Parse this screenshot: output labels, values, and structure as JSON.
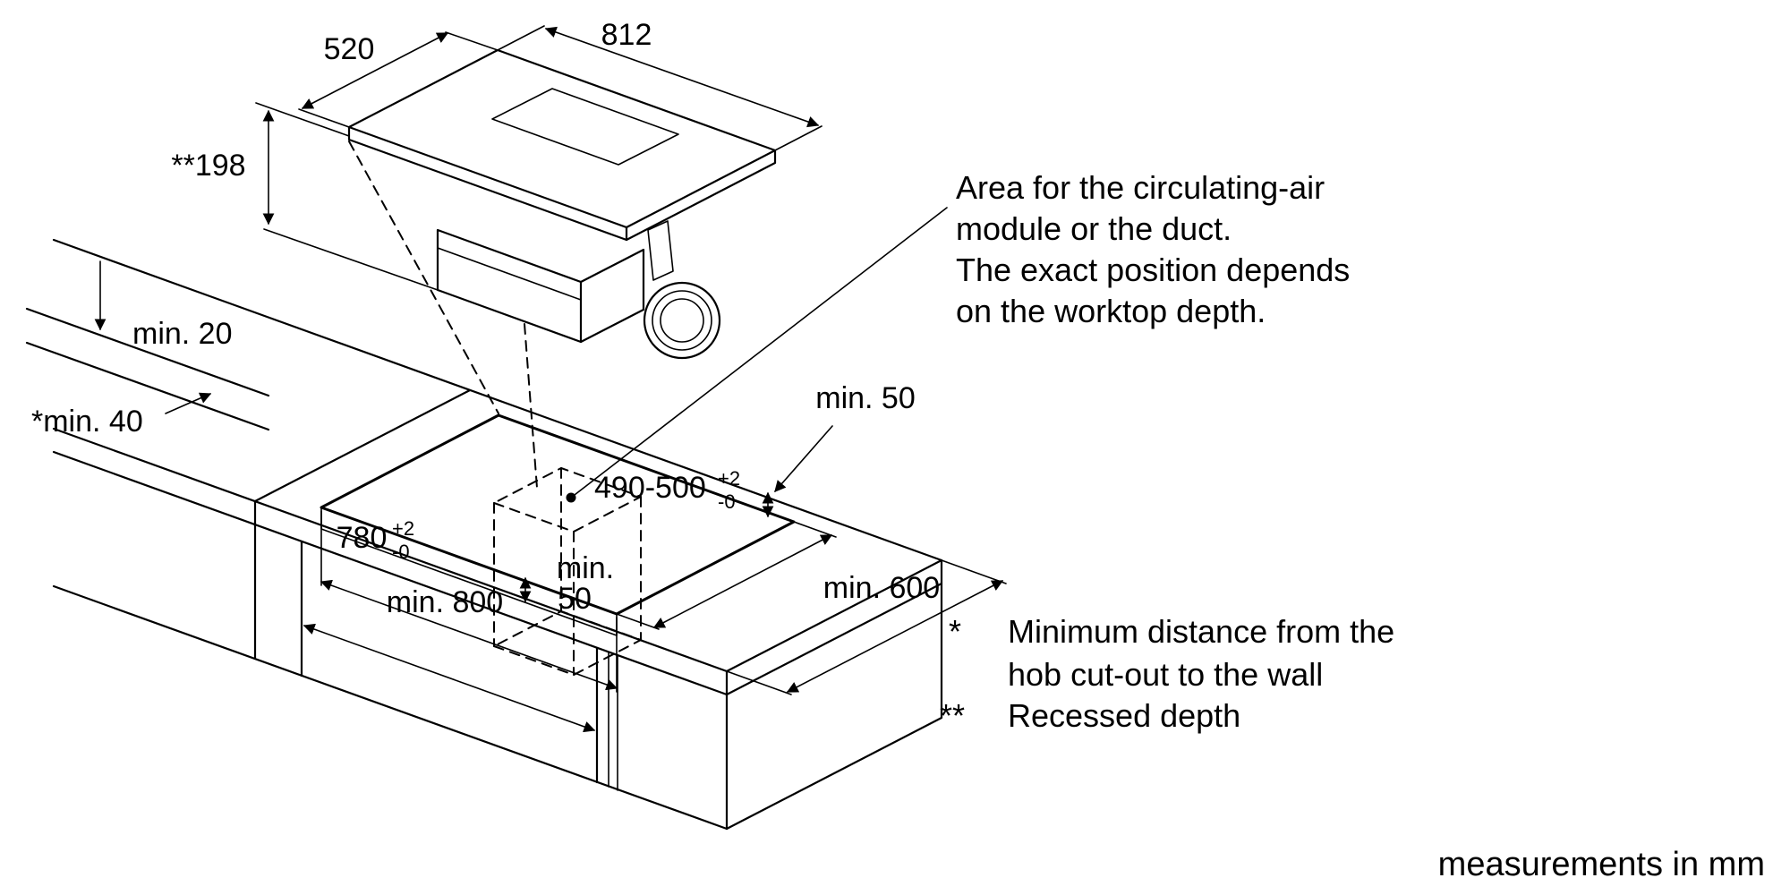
{
  "page": {
    "background": "#ffffff",
    "ink": "#000000"
  },
  "dimensions": {
    "hob_depth": "520",
    "hob_width": "812",
    "recessed_depth": "**198",
    "wall_gap_top": "min. 20",
    "wall_gap_cutout": "*min. 40",
    "back_clearance": "min. 50",
    "front_clearance_l1": "min.",
    "front_clearance_l2": "50",
    "cutout_depth": "490-500",
    "cutout_depth_sup": "+2",
    "cutout_depth_sub": "-0",
    "cutout_width": "780",
    "cutout_width_sup": "+2",
    "cutout_width_sub": "-0",
    "worktop_depth": "min. 600",
    "cabinet_width": "min. 800"
  },
  "notes": {
    "area_note": {
      "line1": "Area for the circulating-air",
      "line2": "module or the duct.",
      "line3": "The exact position depends",
      "line4": "on the worktop depth."
    },
    "footnote_star_marker": "*",
    "footnote_star_line1": "Minimum distance from the",
    "footnote_star_line2": "hob cut-out to the wall",
    "footnote_dstar_marker": "**",
    "footnote_dstar_text": "Recessed depth",
    "units": "measurements in mm"
  }
}
